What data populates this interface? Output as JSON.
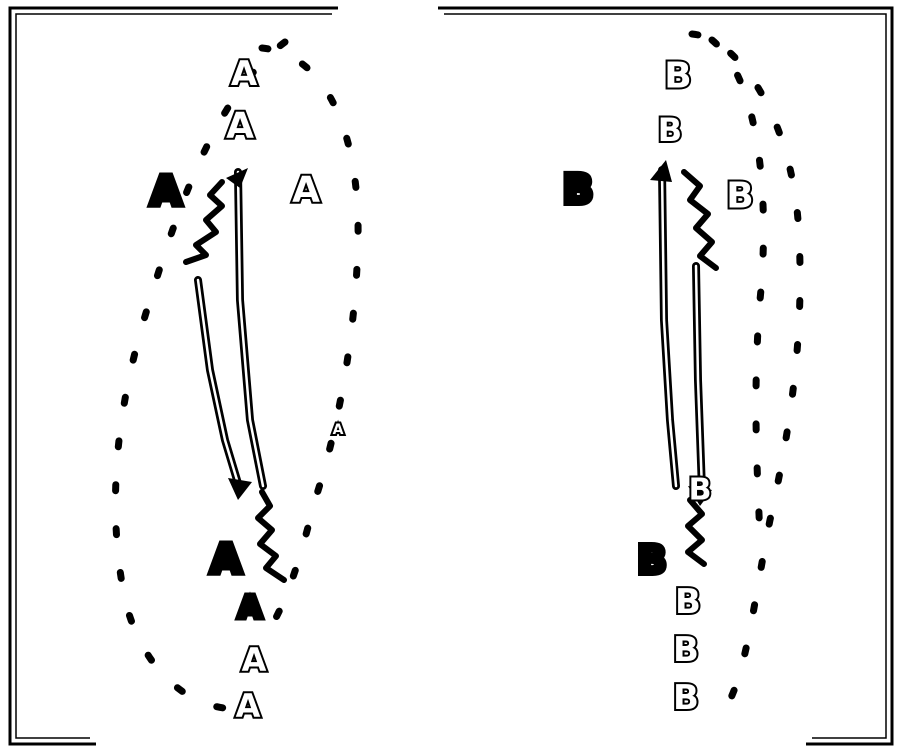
{
  "panels": [
    {
      "id": "left",
      "labels": [
        {
          "text": "A",
          "solid": false
        },
        {
          "text": "A",
          "solid": false
        },
        {
          "text": "A",
          "solid": true
        },
        {
          "text": "A",
          "solid": false
        },
        {
          "text": "A",
          "solid": true
        },
        {
          "text": "A",
          "solid": true
        },
        {
          "text": "A",
          "solid": false
        },
        {
          "text": "A",
          "solid": false
        },
        {
          "text": "A",
          "solid": false
        }
      ]
    },
    {
      "id": "right",
      "labels": [
        {
          "text": "B",
          "solid": false
        },
        {
          "text": "B",
          "solid": false
        },
        {
          "text": "B",
          "solid": true
        },
        {
          "text": "B",
          "solid": false
        },
        {
          "text": "B",
          "solid": false
        },
        {
          "text": "B",
          "solid": true
        },
        {
          "text": "B",
          "solid": false
        },
        {
          "text": "B",
          "solid": false
        },
        {
          "text": "B",
          "solid": false
        }
      ]
    }
  ]
}
